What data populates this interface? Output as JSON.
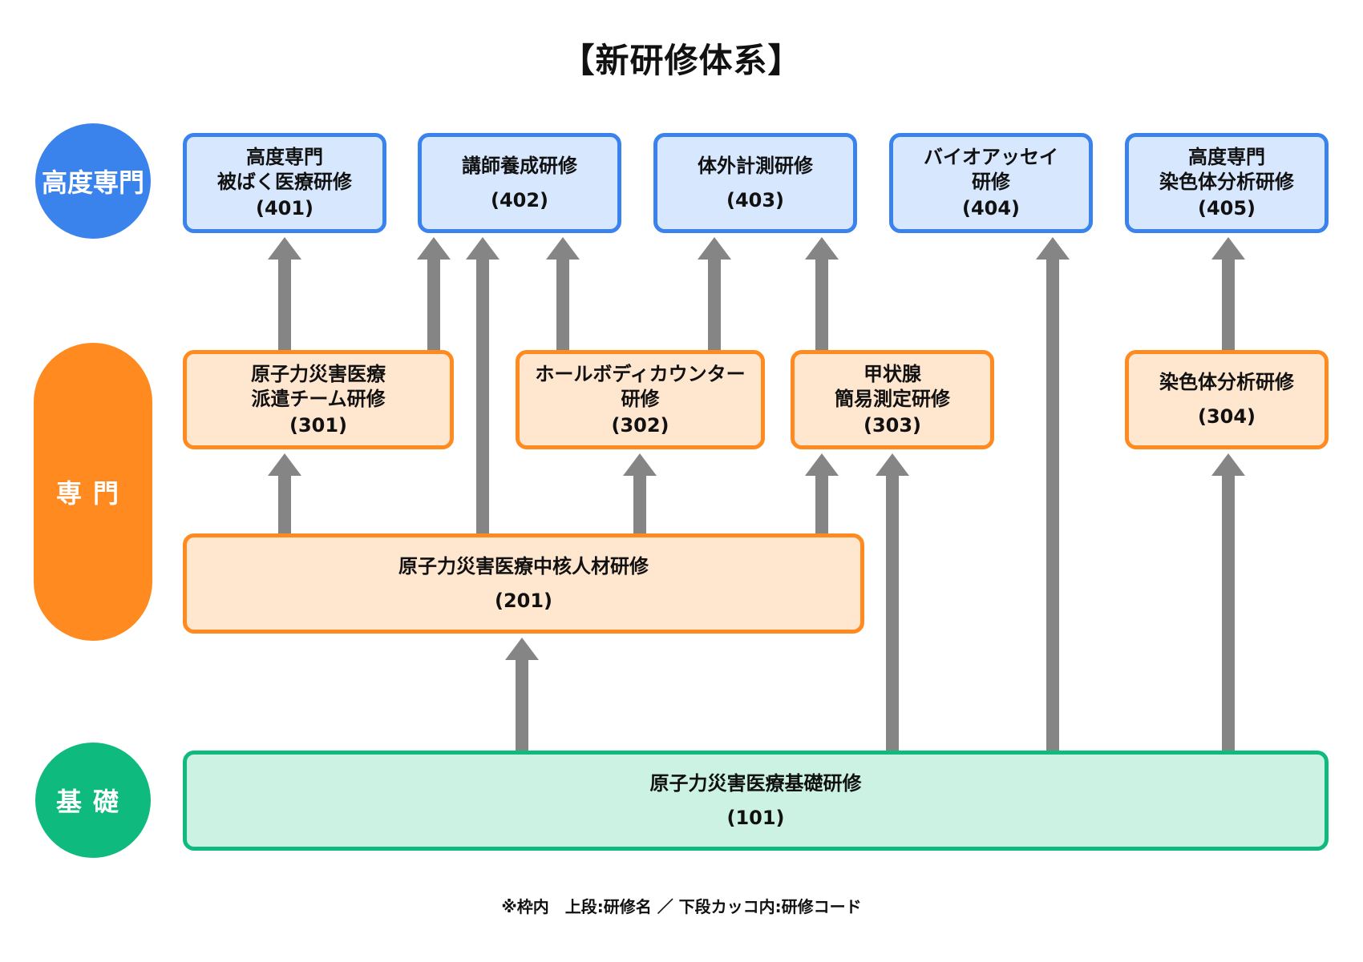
{
  "title": "【新研修体系】",
  "levels": {
    "advanced": "高度専門",
    "specialist": "専門",
    "basic": "基礎"
  },
  "courses": {
    "c401": {
      "name": "高度専門\n被ばく医療研修",
      "code": "(401)"
    },
    "c402": {
      "name": "講師養成研修",
      "code": "(402)"
    },
    "c403": {
      "name": "体外計測研修",
      "code": "(403)"
    },
    "c404": {
      "name": "バイオアッセイ\n研修",
      "code": "(404)"
    },
    "c405": {
      "name": "高度専門\n染色体分析研修",
      "code": "(405)"
    },
    "c301": {
      "name": "原子力災害医療\n派遣チーム研修",
      "code": "(301)"
    },
    "c302": {
      "name": "ホールボディカウンター\n研修",
      "code": "(302)"
    },
    "c303": {
      "name": "甲状腺\n簡易測定研修",
      "code": "(303)"
    },
    "c304": {
      "name": "染色体分析研修",
      "code": "(304)"
    },
    "c201": {
      "name": "原子力災害医療中核人材研修",
      "code": "(201)"
    },
    "c101": {
      "name": "原子力災害医療基礎研修",
      "code": "(101)"
    }
  },
  "arrows": [
    {
      "from": "c301",
      "to": "c401"
    },
    {
      "from": "c301",
      "to": "c402"
    },
    {
      "from": "c201",
      "to": "c402"
    },
    {
      "from": "c302",
      "to": "c402"
    },
    {
      "from": "c302",
      "to": "c403"
    },
    {
      "from": "c303",
      "to": "c403"
    },
    {
      "from": "c101",
      "to": "c404"
    },
    {
      "from": "c304",
      "to": "c405"
    },
    {
      "from": "c201",
      "to": "c301"
    },
    {
      "from": "c201",
      "to": "c302"
    },
    {
      "from": "c201",
      "to": "c303"
    },
    {
      "from": "c101",
      "to": "c303"
    },
    {
      "from": "c101",
      "to": "c304"
    },
    {
      "from": "c101",
      "to": "c201"
    }
  ],
  "colors": {
    "advanced": "#3a82ec",
    "specialist": "#ff8a1f",
    "basic": "#0fba7e",
    "arrow": "#858585"
  },
  "footnote": "※枠内　上段:研修名 ／ 下段カッコ内:研修コード"
}
